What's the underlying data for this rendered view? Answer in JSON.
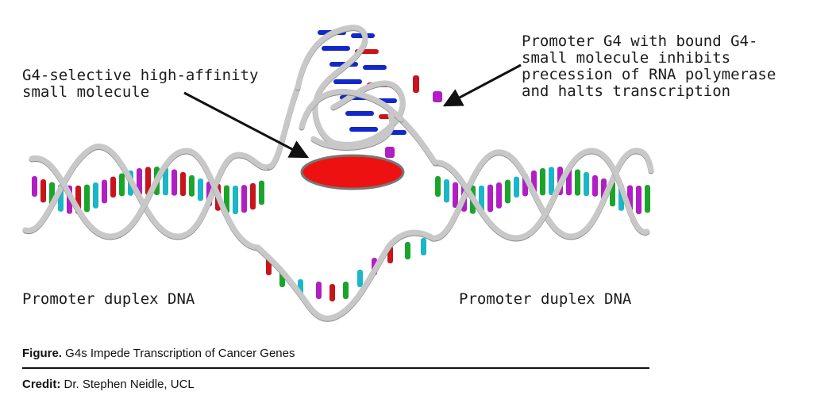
{
  "labels": {
    "small_molecule": "G4-selective high-affinity\nsmall molecule",
    "promoter_g4": "Promoter G4 with bound G4-\nsmall molecule inhibits\nprecession of RNA polymerase\nand halts transcription",
    "duplex_left": "Promoter duplex DNA",
    "duplex_right": "Promoter duplex DNA"
  },
  "caption": {
    "figure_prefix": "Figure.",
    "figure_text": " G4s Impede Transcription of Cancer Genes",
    "credit_prefix": "Credit:",
    "credit_text": " Dr. Stephen Neidle, UCL"
  },
  "colors": {
    "backbone": "#c8c8c8",
    "backbone_outline": "#8a8a8a",
    "small_molecule_fill": "#ee1111",
    "small_molecule_outline": "#777777",
    "base_red": "#c8141b",
    "base_green": "#1aa52a",
    "base_cyan": "#19b7c7",
    "base_magenta": "#b11fc4",
    "base_blue": "#1228c8",
    "arrow": "#111111"
  }
}
